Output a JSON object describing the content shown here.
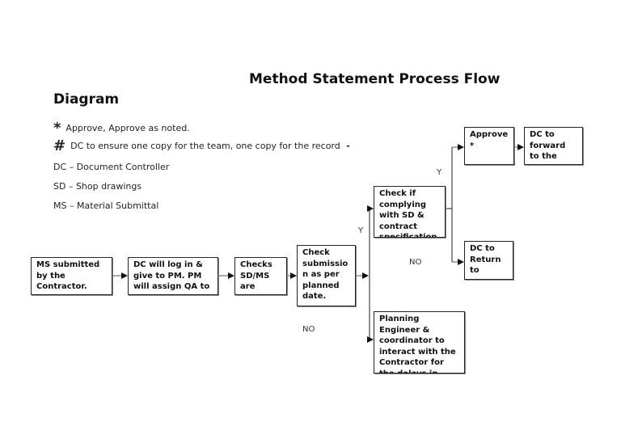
{
  "title": {
    "line1": "Method Statement Process Flow",
    "line2": "Diagram"
  },
  "notes": [
    {
      "symbol": "*",
      "text": "Approve, Approve as noted."
    },
    {
      "symbol": "#",
      "text": "DC to ensure one copy for the team, one copy for the record",
      "suffix": "-"
    },
    {
      "text": "DC – Document Controller"
    },
    {
      "text": "SD – Shop drawings"
    },
    {
      "text": "MS – Material Submittal"
    }
  ],
  "boxes": {
    "ms_submitted": "MS submitted by the Contractor.",
    "dc_log": "DC will log in & give to PM. PM will assign QA to",
    "checks": "Checks SD/MS are",
    "check_submission": "Check submissio n as per planned date.",
    "check_complying": "Check if complying with SD & contract specification",
    "planning": "Planning Engineer & coordinator to interact with the Contractor for the delays in",
    "approve": "Approve *",
    "dc_forward": "DC to forward to the",
    "dc_return": "DC to Return to"
  },
  "labels": {
    "y1": "Y",
    "no1": "NO",
    "y2": "Y",
    "no2": "NO"
  }
}
